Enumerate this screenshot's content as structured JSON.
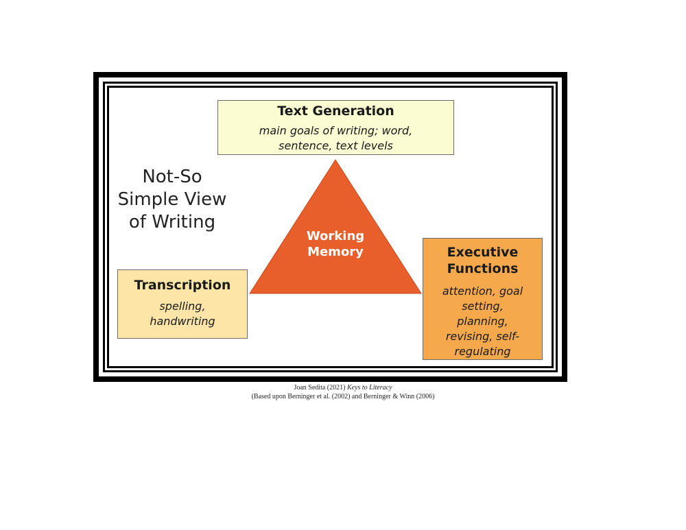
{
  "diagram": {
    "heading": "Not-So Simple View of Writing",
    "center": {
      "label": "Working Memory",
      "color": "#e85f2c"
    },
    "text_generation": {
      "title": "Text Generation",
      "description": "main goals of writing; word, sentence, text levels",
      "color": "#fbfcd2"
    },
    "transcription": {
      "title": "Transcription",
      "description": "spelling, handwriting",
      "color": "#fce5a7"
    },
    "executive_functions": {
      "title": "Executive Functions",
      "description": "attention, goal setting, planning, revising, self-regulating",
      "color": "#f5a84c"
    }
  },
  "citation": {
    "author": "Joan Sedita (2021)",
    "source_title": "Keys to Literacy",
    "basis": "(Based upon Berninger et al. (2002) and Berninger & Winn (2006)"
  }
}
